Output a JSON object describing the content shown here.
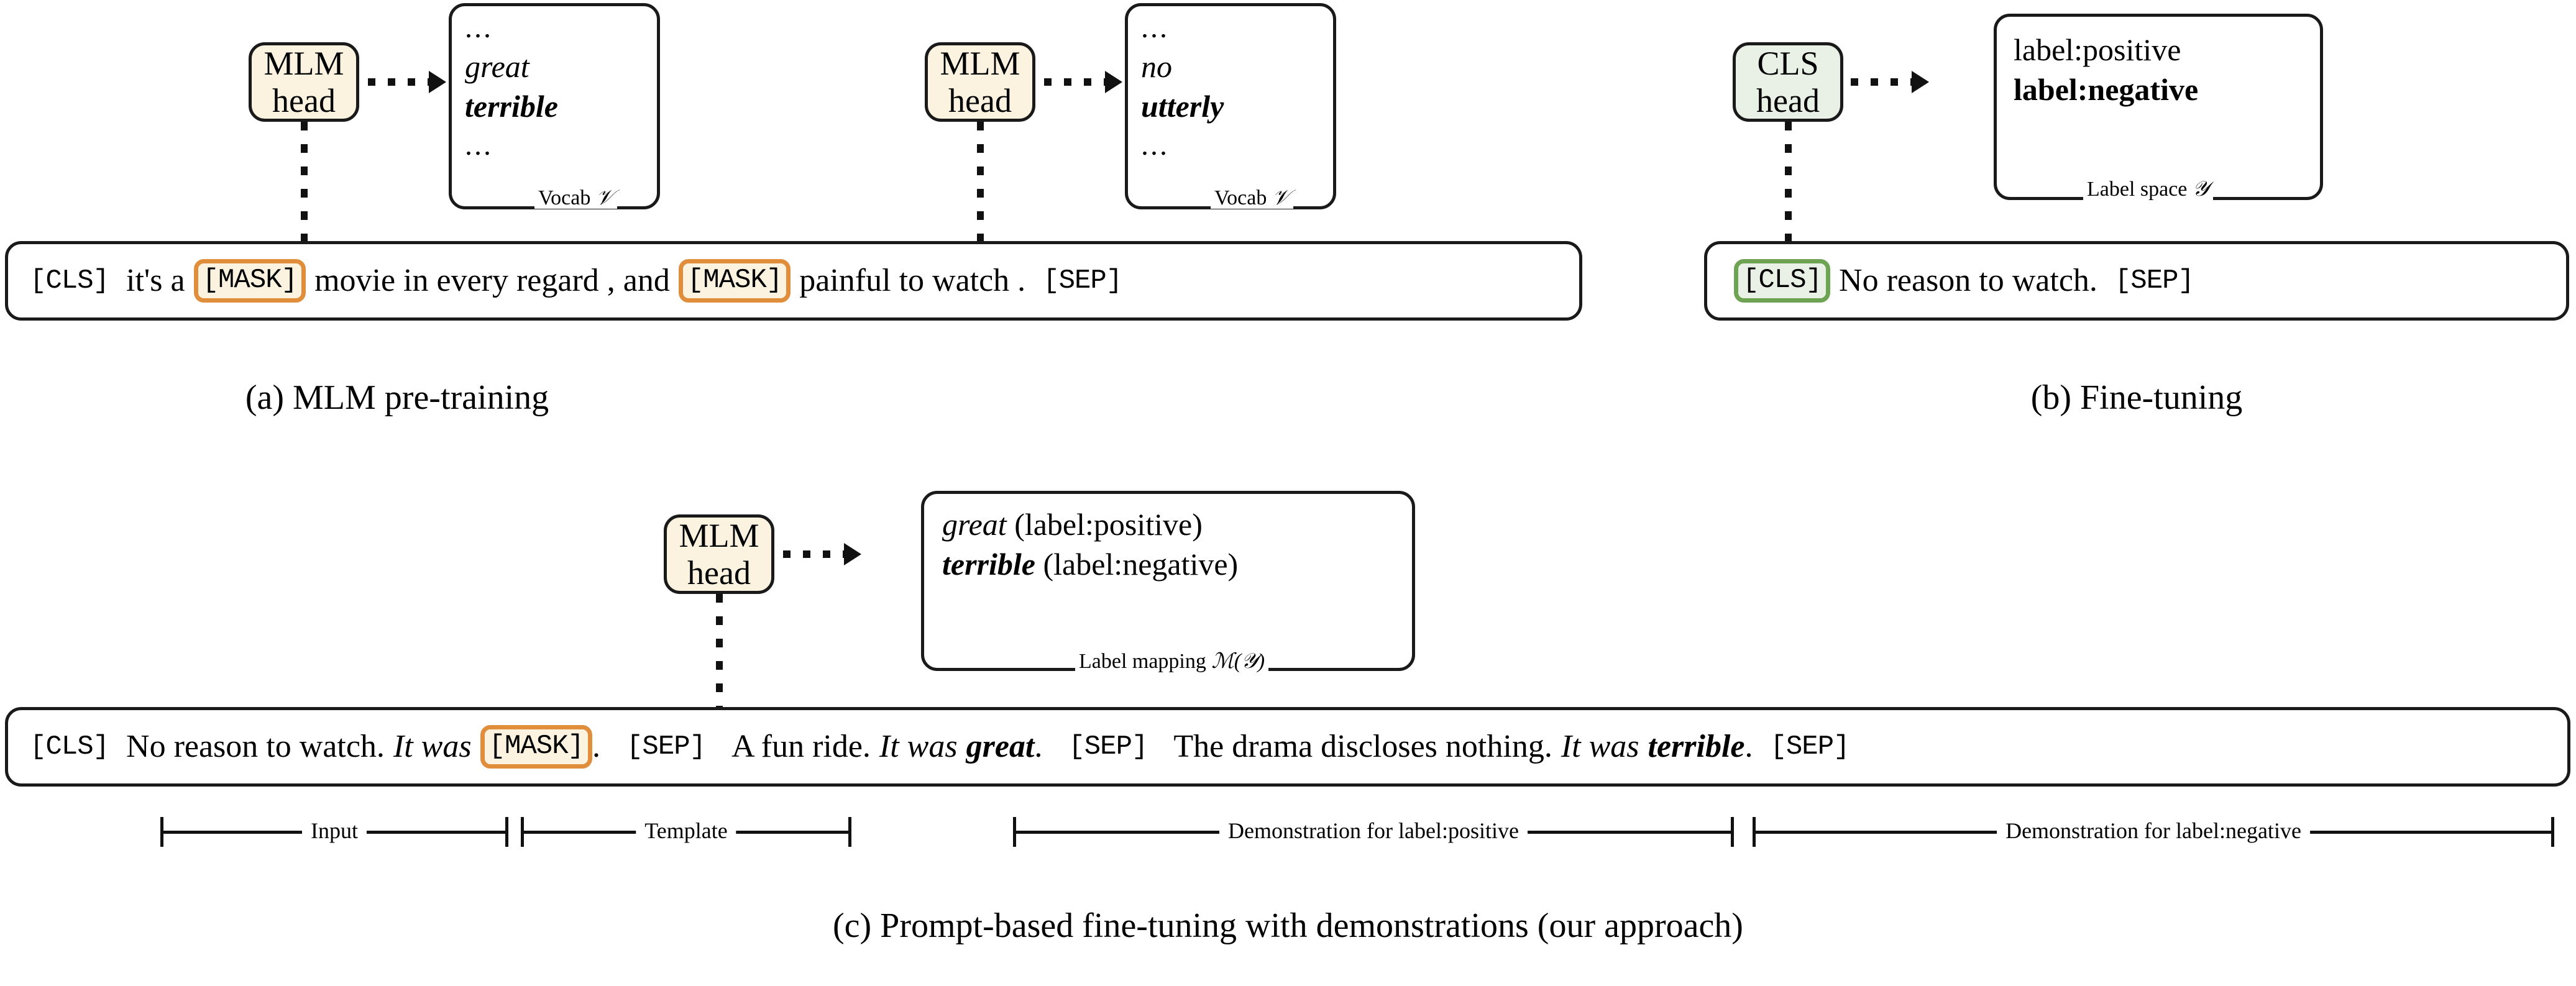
{
  "figure": {
    "panels": [
      {
        "id": "a",
        "caption": "(a) MLM pre-training",
        "heads": [
          {
            "line1": "MLM",
            "line2": "head"
          },
          {
            "line1": "MLM",
            "line2": "head"
          }
        ],
        "vocab_boxes": [
          {
            "top_dots": "...",
            "word1": "great",
            "word2": "terrible",
            "bottom_dots": "...",
            "caption_text": "Vocab",
            "caption_symbol": "𝒱"
          },
          {
            "top_dots": "...",
            "word1": "no",
            "word2": "utterly",
            "bottom_dots": "...",
            "caption_text": "Vocab",
            "caption_symbol": "𝒱"
          }
        ],
        "sentence": {
          "cls": "[CLS]",
          "t1": "it's a",
          "mask1": "[MASK]",
          "t2": "movie in every regard , and",
          "mask2": "[MASK]",
          "t3": "painful to watch .",
          "sep": "[SEP]"
        }
      },
      {
        "id": "b",
        "caption": "(b) Fine-tuning",
        "head": {
          "line1": "CLS",
          "line2": "head"
        },
        "label_box": {
          "line1": "label:positive",
          "line2": "label:negative",
          "caption_text": "Label space",
          "caption_symbol": "𝒴"
        },
        "sentence": {
          "cls": "[CLS]",
          "text": "No reason to watch.",
          "sep": "[SEP]"
        }
      },
      {
        "id": "c",
        "caption": "(c) Prompt-based fine-tuning with demonstrations (our approach)",
        "head": {
          "line1": "MLM",
          "line2": "head"
        },
        "mapping_box": {
          "row1_word": "great",
          "row1_label": "(label:positive)",
          "row2_word": "terrible",
          "row2_label": "(label:negative)",
          "caption_text": "Label mapping",
          "caption_symbol": "ℳ(𝒴)"
        },
        "sentence": {
          "cls": "[CLS]",
          "input_text": "No reason to watch.",
          "template_prefix": "It was",
          "mask": "[MASK]",
          "template_suffix": ".",
          "sep1": "[SEP]",
          "demo_pos_text": "A fun ride.",
          "demo_pos_itwas": "It was",
          "demo_pos_word": "great",
          "demo_pos_period": ".",
          "sep2": "[SEP]",
          "demo_neg_text": "The drama discloses nothing.",
          "demo_neg_itwas": "It was",
          "demo_neg_word": "terrible",
          "demo_neg_period": ".",
          "sep3": "[SEP]"
        },
        "spans": [
          {
            "label": "Input"
          },
          {
            "label": "Template"
          },
          {
            "label": "Demonstration for label:positive"
          },
          {
            "label": "Demonstration for label:negative"
          }
        ]
      }
    ],
    "colors": {
      "mlm_head_fill": "#fbf3e0",
      "cls_head_fill": "#e9f1e6",
      "mask_border": "#e08e3c",
      "cls_border": "#6fa354",
      "outline": "#1a1a1a"
    }
  }
}
